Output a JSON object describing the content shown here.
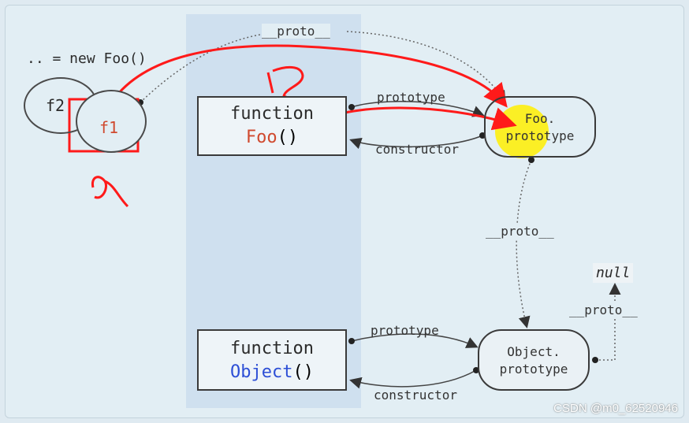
{
  "diagram": {
    "assign_text": ".. = new Foo()",
    "instance_f2": "f2",
    "instance_f1": "f1",
    "box_foo": {
      "kw": "function",
      "name": "Foo",
      "parens": "()"
    },
    "box_object": {
      "kw": "function",
      "name": "Object",
      "parens": "()"
    },
    "foo_proto": {
      "line1": "Foo.",
      "line2": "prototype"
    },
    "object_proto": {
      "line1": "Object.",
      "line2": "prototype"
    },
    "null_label": "null",
    "proto_top": "__proto__",
    "proto_mid": "__proto__",
    "proto_right": "__proto__",
    "prototype_top": "prototype",
    "constructor_top": "constructor",
    "prototype_bottom": "prototype",
    "constructor_bottom": "constructor"
  },
  "annotations": {
    "step_1": "1",
    "step_2": "2"
  },
  "watermark": "CSDN @m0_62520946",
  "colors": {
    "highlight": "#ffee00",
    "annotation": "#ff1a1a",
    "foo_name": "#d04a2f",
    "object_name": "#2d4fd6"
  }
}
